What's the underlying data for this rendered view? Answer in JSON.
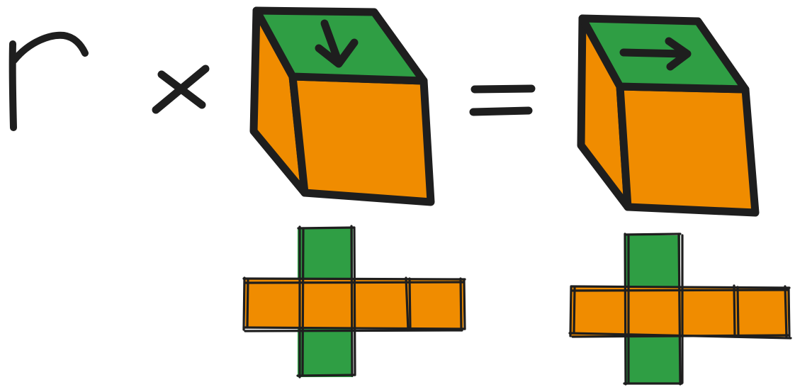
{
  "equation": {
    "operand_symbol": "r",
    "times_symbol": "×",
    "equals_symbol": "="
  },
  "colors": {
    "top_face": "#2f9e44",
    "side_faces": "#f08c00",
    "ink": "#1e1e1e",
    "background": "#ffffff"
  },
  "input_cube": {
    "top_arrow_direction": "down"
  },
  "output_cube": {
    "top_arrow_direction": "right"
  },
  "nets": {
    "input_net_cells": 6,
    "output_net_cells": 6
  }
}
